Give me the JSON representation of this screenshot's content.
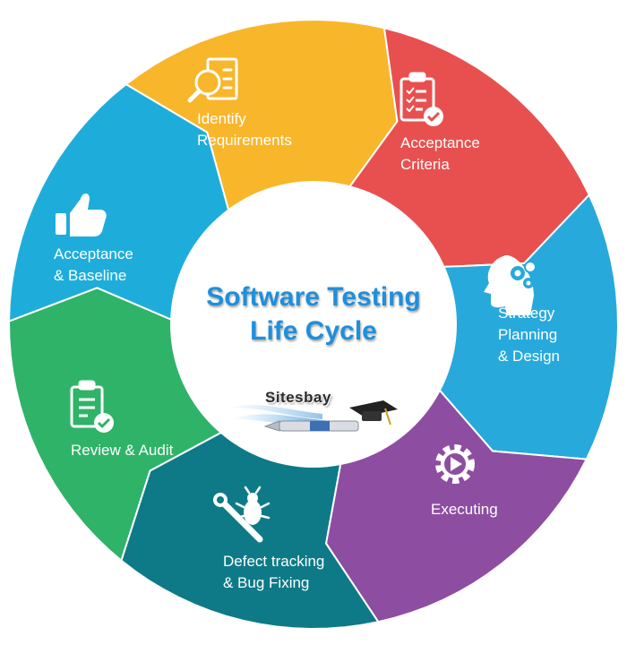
{
  "diagram": {
    "title_line1": "Software Testing",
    "title_line2": "Life Cycle",
    "logo_text": "Sitesbay",
    "stages": [
      {
        "line1": "Identify",
        "line2": "Requirements",
        "line3": "",
        "icon": "magnifier-document-icon",
        "color": "#f8b62b"
      },
      {
        "line1": "Acceptance",
        "line2": "Criteria",
        "line3": "",
        "icon": "checklist-icon",
        "color": "#e8504f"
      },
      {
        "line1": "Strategy",
        "line2": "Planning",
        "line3": "& Design",
        "icon": "head-gears-icon",
        "color": "#27a9dc"
      },
      {
        "line1": "Executing",
        "line2": "",
        "line3": "",
        "icon": "gear-play-icon",
        "color": "#8d4da1"
      },
      {
        "line1": "Defect tracking",
        "line2": "& Bug Fixing",
        "line3": "",
        "icon": "bug-wrench-icon",
        "color": "#0e7a87"
      },
      {
        "line1": "Review & Audit",
        "line2": "",
        "line3": "",
        "icon": "clipboard-check-icon",
        "color": "#2fb368"
      },
      {
        "line1": "Acceptance",
        "line2": "& Baseline",
        "line3": "",
        "icon": "thumbs-up-icon",
        "color": "#1eaddb"
      }
    ]
  }
}
